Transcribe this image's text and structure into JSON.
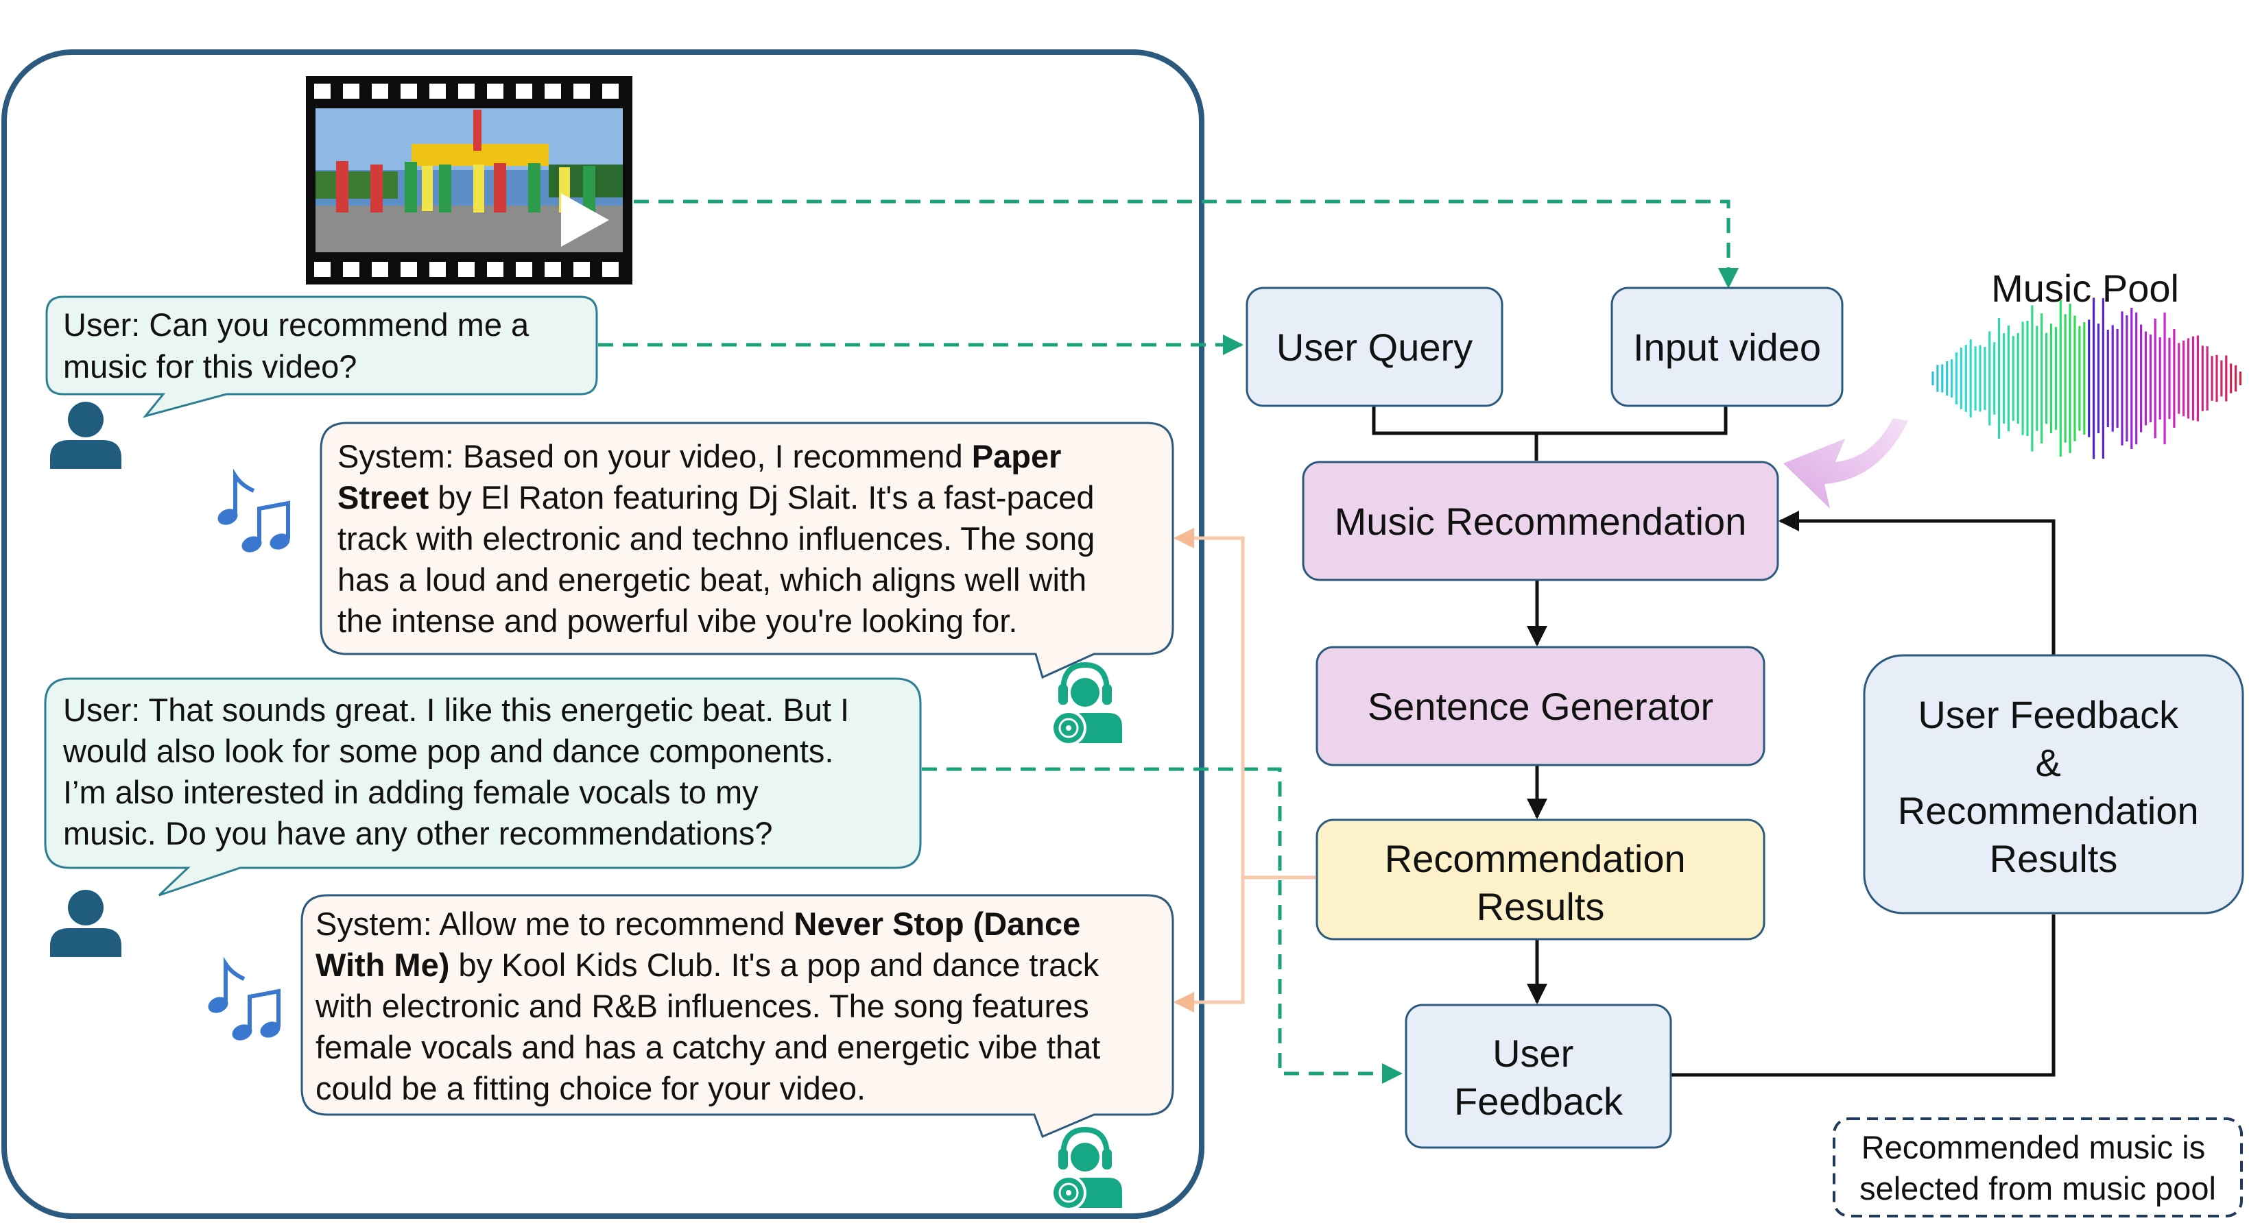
{
  "chat": {
    "user_query_1": {
      "lines": [
        "User: Can you recommend me a",
        "music for this video?"
      ]
    },
    "system_reply_1": {
      "lines": [
        [
          {
            "t": "System: Based on your video, I recommend "
          },
          {
            "t": "Paper",
            "b": true
          }
        ],
        [
          {
            "t": "Street",
            "b": true
          },
          {
            "t": " by El Raton featuring Dj Slait. It's a fast-paced"
          }
        ],
        [
          {
            "t": "track with electronic and techno influences. The song"
          }
        ],
        [
          {
            "t": "has a loud and energetic beat, which aligns well with"
          }
        ],
        [
          {
            "t": "the intense and powerful vibe you're looking for."
          }
        ]
      ]
    },
    "user_query_2": {
      "lines": [
        "User: That sounds great. I like this energetic beat. But I",
        "would also look for some pop and dance components.",
        "I’m also interested in adding female vocals to my",
        "music. Do you have any other recommendations?"
      ]
    },
    "system_reply_2": {
      "lines": [
        [
          {
            "t": "System: Allow me to recommend "
          },
          {
            "t": "Never Stop (Dance",
            "b": true
          }
        ],
        [
          {
            "t": "With Me)",
            "b": true
          },
          {
            "t": " by Kool Kids Club. It's a pop and dance track"
          }
        ],
        [
          {
            "t": "with electronic and R&B influences. The song features"
          }
        ],
        [
          {
            "t": "female vocals and has a catchy and energetic vibe that"
          }
        ],
        [
          {
            "t": "could be a fitting choice for your video."
          }
        ]
      ]
    }
  },
  "pipeline": {
    "user_query": "User Query",
    "input_video": "Input video",
    "music_recommendation": "Music Recommendation",
    "sentence_generator": "Sentence Generator",
    "recommendation_results": [
      "Recommendation",
      "Results"
    ],
    "user_feedback": [
      "User",
      "Feedback"
    ],
    "feedback_and_results": [
      "User Feedback",
      "&",
      "Recommendation",
      "Results"
    ],
    "music_pool_label": "Music Pool",
    "note": [
      "Recommended music is",
      "selected from music pool"
    ]
  },
  "icons": {
    "user": "user-avatar-icon",
    "system": "dj-headphones-icon",
    "music": "music-notes-icon",
    "video": "video-thumbnail-play-icon",
    "pool": "sound-waveform-icon"
  },
  "colors": {
    "frame": "#2b5a7e",
    "user_bubble_fill": "#e9f6f2",
    "user_bubble_stroke": "#2d7f92",
    "system_bubble_fill": "#fdf6f1",
    "system_bubble_stroke": "#2b5a7e",
    "query_box_fill": "#e8eef8",
    "query_box_stroke": "#2b5a7e",
    "music_rec_fill": "#ecd5ec",
    "results_fill": "#fdf1c9",
    "dashed_arrow": "#1aa37a",
    "feedback_loop_line": "#f7c9ad",
    "user_icon": "#1f5c7e",
    "system_icon": "#16a884",
    "music_note": "#3a78cf"
  }
}
